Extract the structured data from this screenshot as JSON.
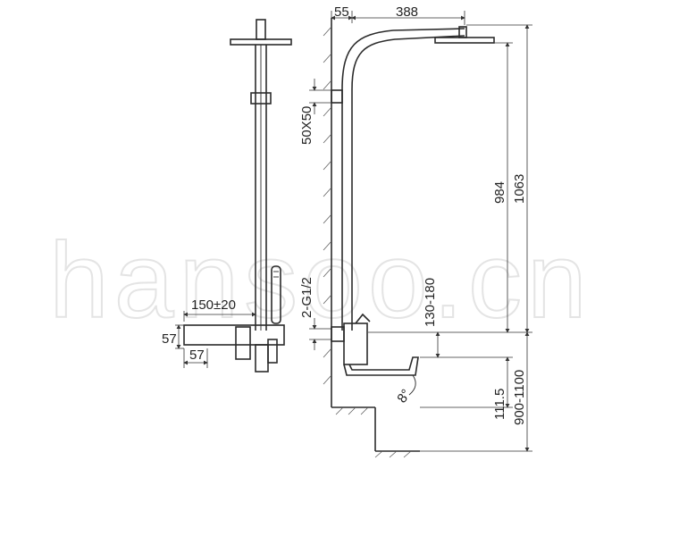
{
  "watermark": "hansoo.cn",
  "dimensions": {
    "d55": "55",
    "d388": "388",
    "d50x50": "50X50",
    "d984": "984",
    "d1063": "1063",
    "d2g12": "2-G1/2",
    "d130_180": "130-180",
    "d111_5": "111.5",
    "d900_1100": "900-1100",
    "d150": "150±20",
    "d57a": "57",
    "d57b": "57",
    "d8": "8°"
  },
  "colors": {
    "line": "#2b2b2b",
    "watermark": "#e4e4e4"
  }
}
